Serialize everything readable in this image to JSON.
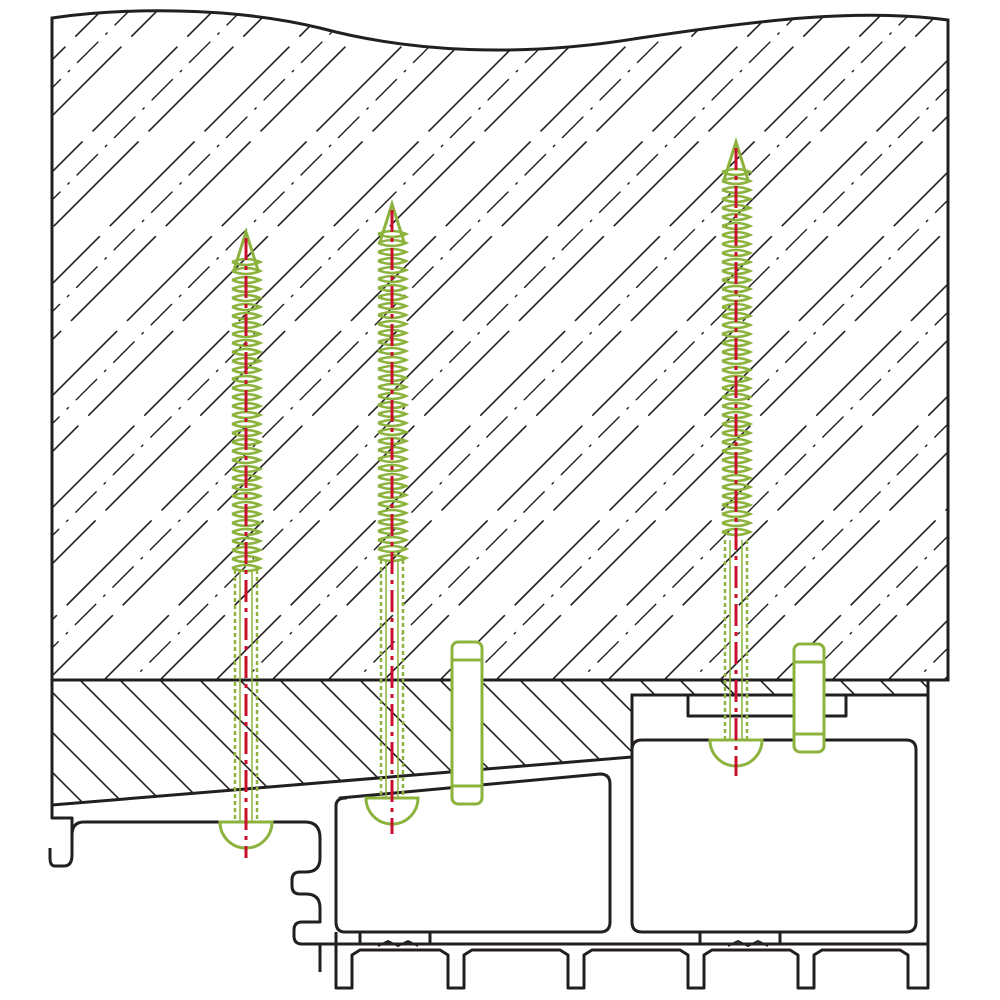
{
  "diagram": {
    "kind": "window-frame-installation-section",
    "components": {
      "wall": "masonry-hatched",
      "wedge_packing": "hatched-packer",
      "window_frame": "multi-chamber-profile",
      "screws": 3,
      "spacers": 2
    },
    "colors": {
      "outline": "#231f20",
      "screw": "#8db33f",
      "screw_axis": "#c8102e",
      "background": "#ffffff"
    }
  }
}
